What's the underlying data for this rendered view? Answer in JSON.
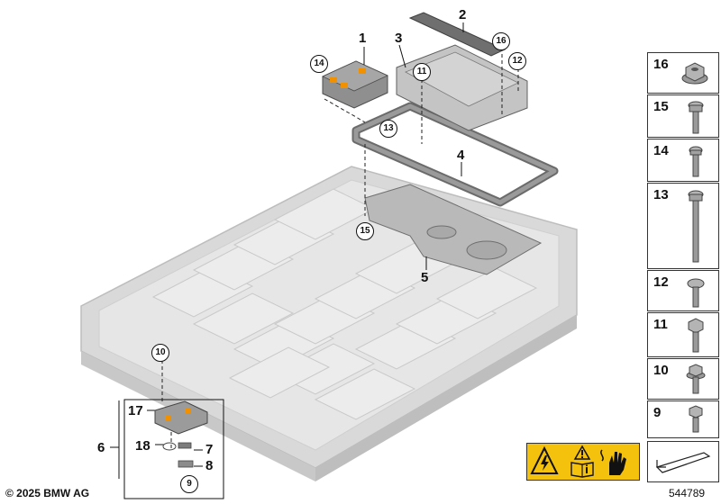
{
  "callouts": {
    "c1": "1",
    "c2": "2",
    "c3": "3",
    "c4": "4",
    "c5": "5",
    "c6": "6",
    "c7": "7",
    "c8": "8",
    "c17": "17",
    "c18": "18"
  },
  "circled": {
    "c9": "9",
    "c10": "10",
    "c11": "11",
    "c12": "12",
    "c13": "13",
    "c14": "14",
    "c15": "15",
    "c16": "16"
  },
  "fastener_column": [
    "16",
    "15",
    "14",
    "13",
    "12",
    "11",
    "10",
    "9"
  ],
  "copyright": "© 2025 BMW AG",
  "document_number": "544789",
  "colors": {
    "housing": "#d6d6d6",
    "module": "#e3e3e3",
    "part_dark": "#8a8a8a",
    "warning_yellow": "#f4c20d",
    "accent_orange": "#f29100"
  }
}
